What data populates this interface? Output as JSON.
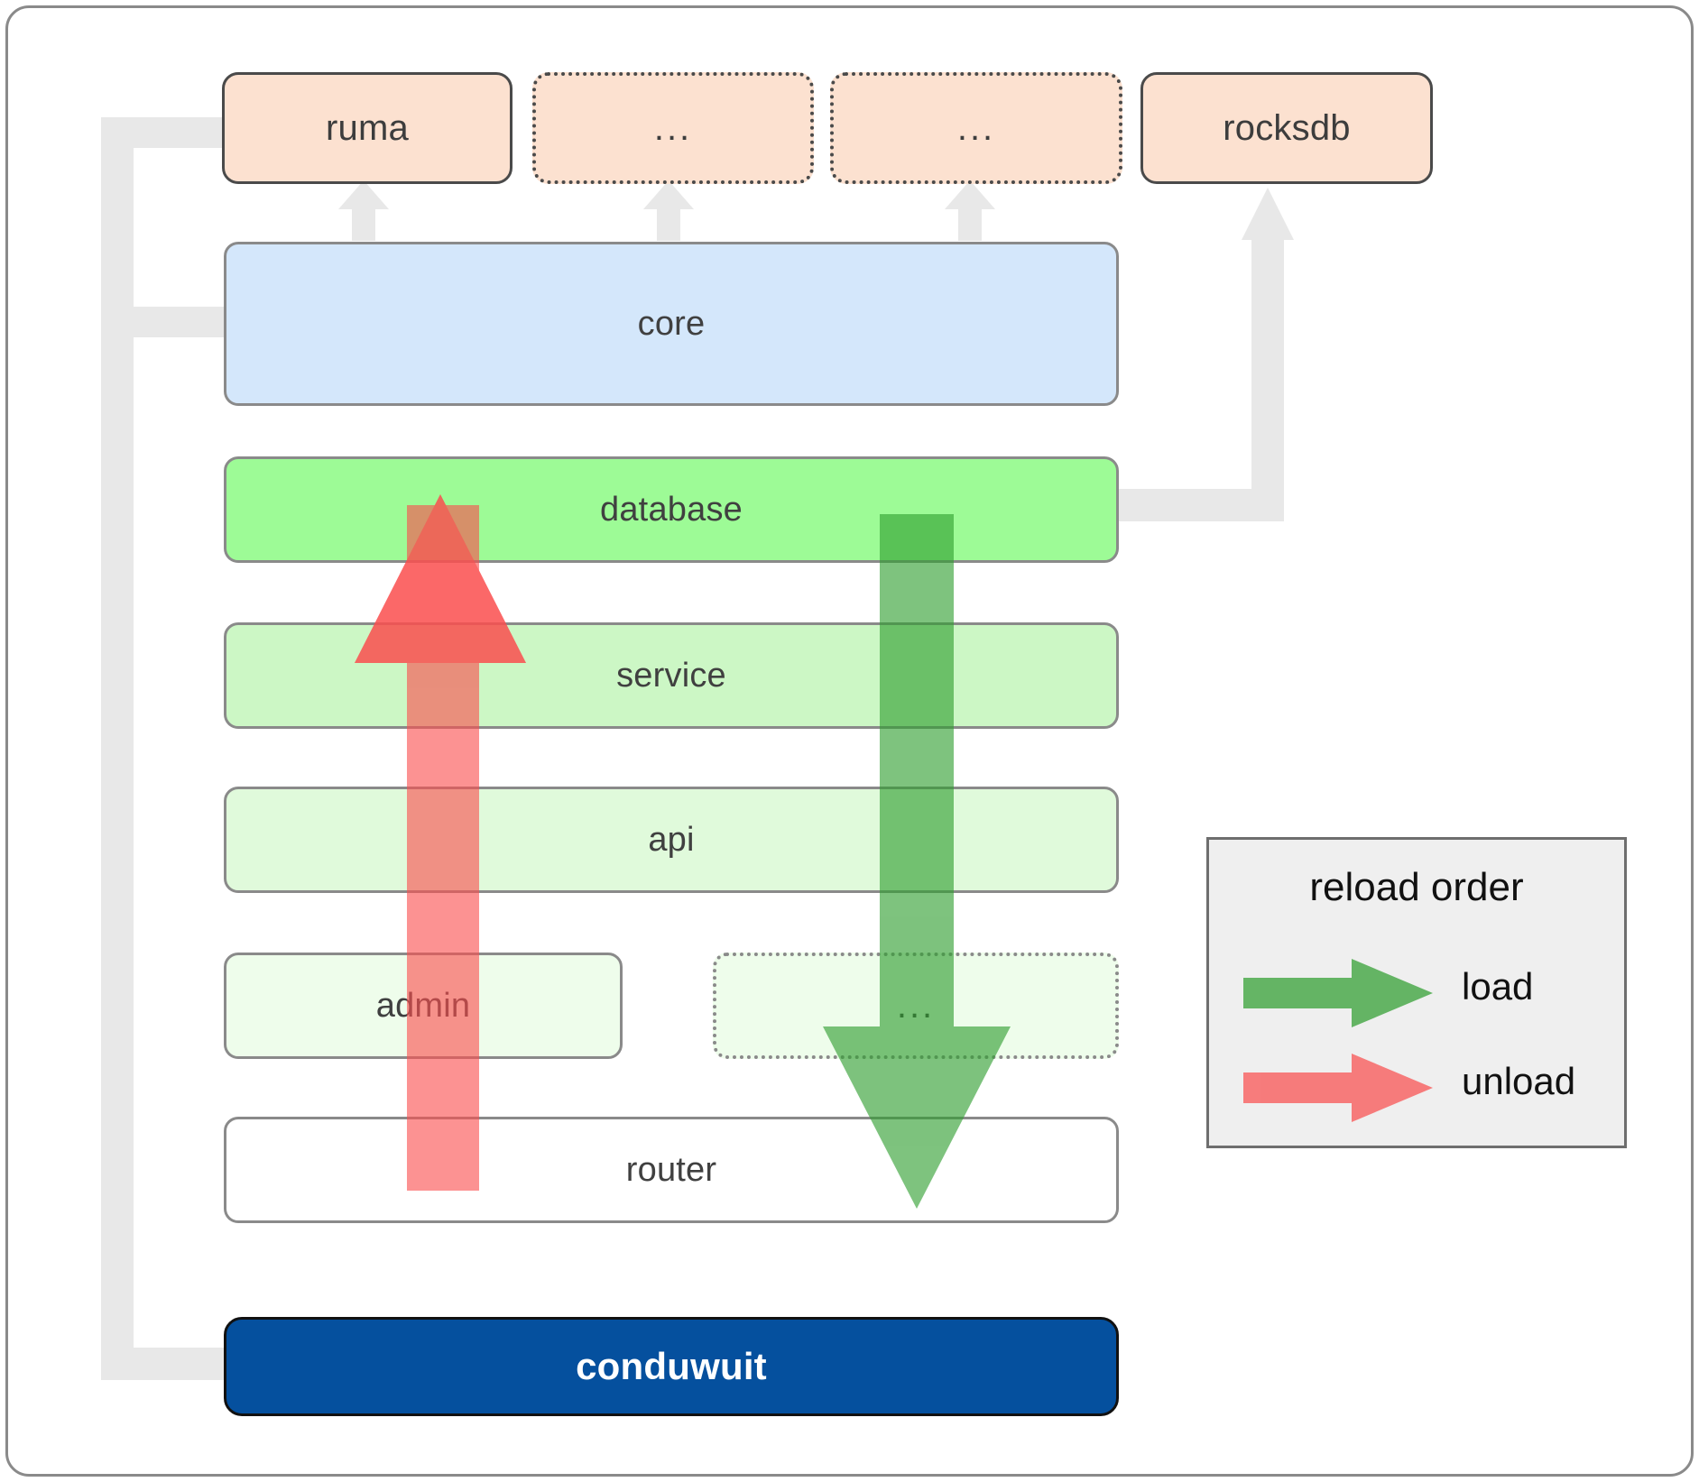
{
  "diagram": {
    "title": "conduwuit module / reload-order architecture diagram",
    "colors": {
      "dependency_fill": "#fce1d0",
      "core_fill": "#d4e7fb",
      "database_fill": "#9dfb96",
      "service_fill": "#ccf7c5",
      "api_fill": "#e0fadb",
      "admin_fill": "#eefdeb",
      "router_fill": "#ffffff",
      "conduwuit_fill": "#05509e",
      "load_arrow": "#4ca64c",
      "unload_arrow": "#fa8282",
      "connector": "#e8e8e8",
      "legend_bg": "#efefef"
    },
    "dependencies": [
      {
        "label": "ruma",
        "style": "solid"
      },
      {
        "label": "...",
        "style": "dotted"
      },
      {
        "label": "...",
        "style": "dotted"
      },
      {
        "label": "rocksdb",
        "style": "solid"
      }
    ],
    "layers": [
      {
        "label": "core",
        "style": "solid"
      },
      {
        "label": "database",
        "style": "solid"
      },
      {
        "label": "service",
        "style": "solid"
      },
      {
        "label": "api",
        "style": "solid"
      },
      {
        "label": "admin",
        "style": "solid"
      },
      {
        "label": "...",
        "style": "dotted"
      },
      {
        "label": "router",
        "style": "solid"
      }
    ],
    "root": {
      "label": "conduwuit"
    },
    "legend": {
      "title": "reload order",
      "entries": [
        {
          "label": "load",
          "color": "#4ca64c"
        },
        {
          "label": "unload",
          "color": "#fa8282"
        }
      ]
    }
  }
}
